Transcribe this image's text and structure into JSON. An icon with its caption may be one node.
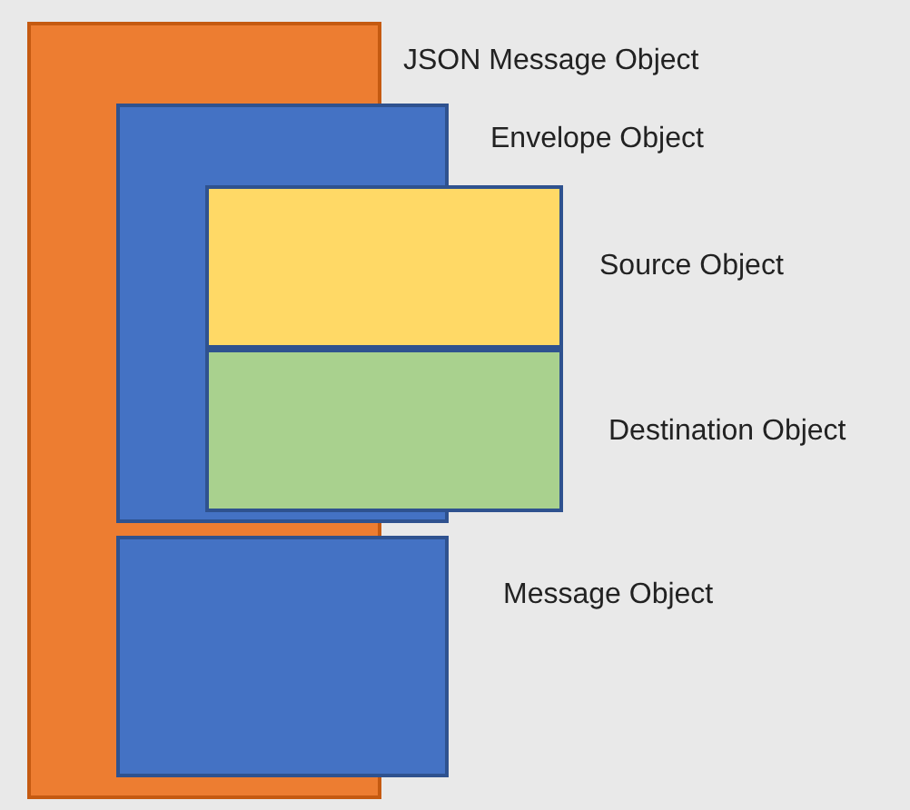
{
  "diagram": {
    "nodes": [
      {
        "text": [
          "JSON Message Object"
        ]
      },
      {
        "text": [
          "Envelope Object"
        ]
      },
      {
        "text": [
          "Source Object"
        ]
      },
      {
        "text": [
          "Destination Object"
        ]
      },
      {
        "text": [
          "Message Object"
        ]
      }
    ]
  }
}
